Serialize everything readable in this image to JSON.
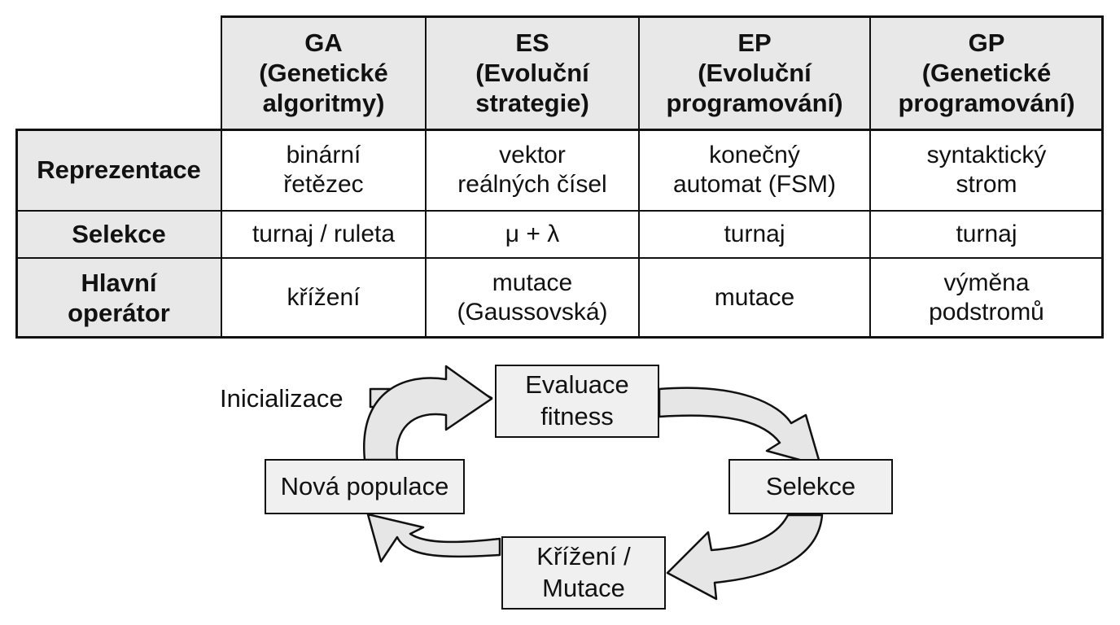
{
  "table": {
    "columns": [
      "GA\n(Genetické\nalgoritmy)",
      "ES\n(Evoluční\nstrategie)",
      "EP\n(Evoluční\nprogramování)",
      "GP\n(Genetické\nprogramování)"
    ],
    "rows": [
      {
        "label": "Reprezentace",
        "cells": [
          "binární\nřetězec",
          "vektor\nreálných čísel",
          "konečný\nautomat (FSM)",
          "syntaktický\nstrom"
        ]
      },
      {
        "label": "Selekce",
        "cells": [
          "turnaj / ruleta",
          "μ + λ",
          "turnaj",
          "turnaj"
        ]
      },
      {
        "label": "Hlavní\noperátor",
        "cells": [
          "křížení",
          "mutace\n(Gaussovská)",
          "mutace",
          "výměna\npodstromů"
        ]
      }
    ]
  },
  "cycle": {
    "init_label": "Inicializace",
    "nodes": {
      "evaluation": "Evaluace\nfitness",
      "selection": "Selekce",
      "crossover": "Křížení /\nMutace",
      "new_population": "Nová populace"
    },
    "colors": {
      "arrow_fill": "#e6e6e6",
      "node_fill": "#f0f0f0",
      "stroke": "#111111"
    }
  }
}
